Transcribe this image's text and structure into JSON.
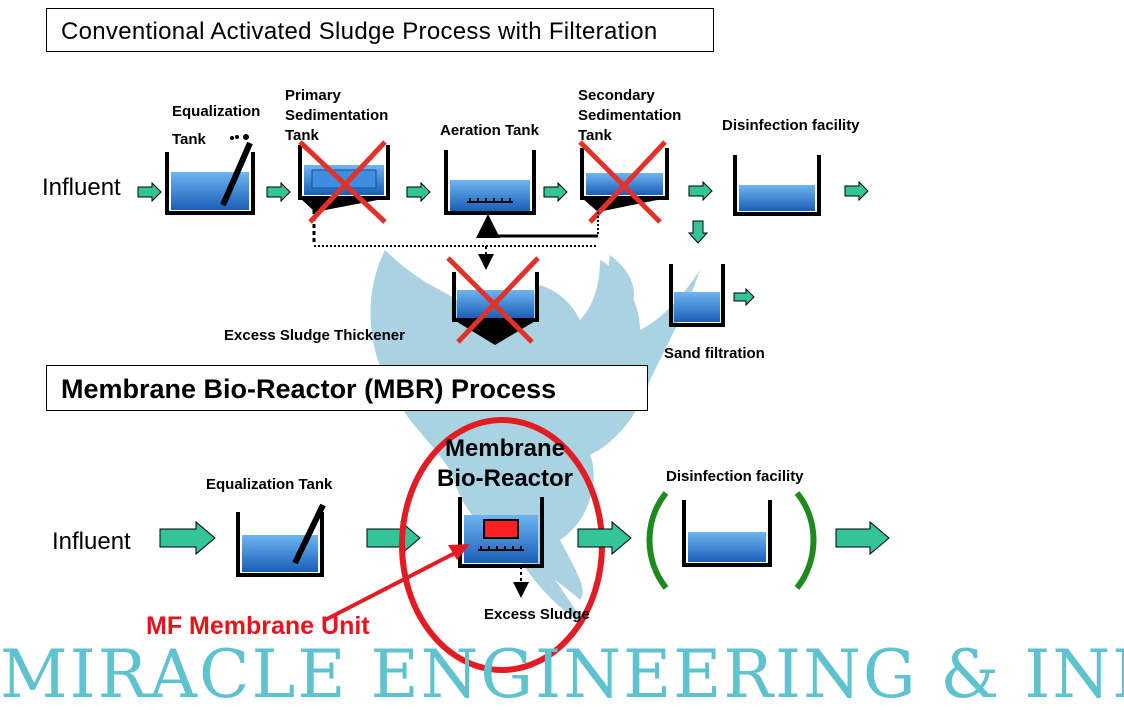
{
  "titles": {
    "conventional": "Conventional Activated Sludge Process with Filteration",
    "mbr": "Membrane Bio-Reactor (MBR) Process"
  },
  "conventional": {
    "influent": "Influent",
    "equalization_line1": "Equalization",
    "equalization_line2": "Tank",
    "primary_line1": "Primary",
    "primary_line2": "Sedimentation",
    "primary_line3": "Tank",
    "aeration": "Aeration Tank",
    "secondary_line1": "Secondary",
    "secondary_line2": "Sedimentation",
    "secondary_line3": "Tank",
    "disinfection": "Disinfection facility",
    "thickener": "Excess Sludge Thickener",
    "sand_filtration": "Sand filtration"
  },
  "mbr": {
    "influent": "Influent",
    "equalization": "Equalization Tank",
    "reactor_line1": "Membrane",
    "reactor_line2": "Bio-Reactor",
    "disinfection": "Disinfection facility",
    "excess_sludge": "Excess Sludge",
    "mf_unit": "MF Membrane Unit"
  },
  "watermark": "MIRACLE ENGINEERING & INFRASTRUCTURE",
  "colors": {
    "water": "#2f7fd6",
    "arrow_fill": "#33c49a",
    "cross": "#e0322a",
    "ellipse": "#e31b23",
    "parenthesis": "#1e8a1e",
    "watermark": "#5fc2cf",
    "logo": "#8ec4d8"
  }
}
